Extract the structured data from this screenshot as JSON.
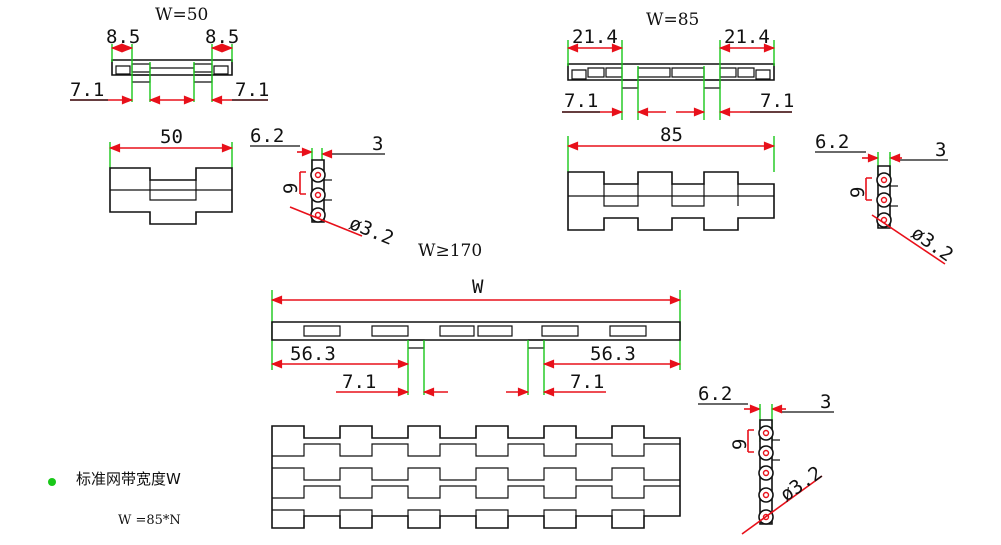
{
  "module_w50": {
    "title": "W=50",
    "dim_left_top": "8.5",
    "dim_right_top": "8.5",
    "dim_left_bottom": "7.1",
    "dim_right_bottom": "7.1",
    "dim_width": "50"
  },
  "module_w85": {
    "title": "W=85",
    "dim_left_top": "21.4",
    "dim_right_top": "21.4",
    "dim_left_bottom": "7.1",
    "dim_right_bottom": "7.1",
    "dim_width": "85"
  },
  "module_w170": {
    "title": "W≥170",
    "dim_width": "W",
    "dim_left_mid": "56.3",
    "dim_right_mid": "56.3",
    "dim_left_bottom": "7.1",
    "dim_right_bottom": "7.1"
  },
  "side_view": {
    "pitch_left": "6.2",
    "pitch_right": "3",
    "height": "9",
    "hole_dia": "ø3.2"
  },
  "legend": {
    "label": "标准网带宽度W",
    "formula": "W =85*N",
    "bullet_color": "#19c819"
  },
  "colors": {
    "dimension_line": "#e8101a",
    "extension_line": "#19c819",
    "outline": "#111111"
  }
}
